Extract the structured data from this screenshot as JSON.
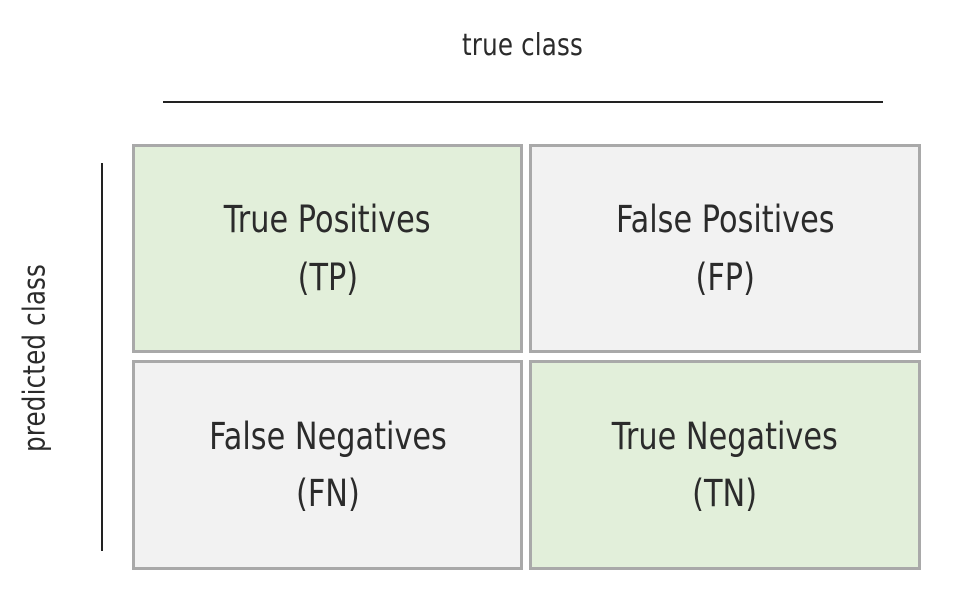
{
  "axes": {
    "x_title": "true class",
    "y_title": "predicted class"
  },
  "cells": {
    "tp": {
      "name": "True Positives",
      "abbr": "(TP)",
      "fill": "#e2efda"
    },
    "fp": {
      "name": "False Positives",
      "abbr": "(FP)",
      "fill": "#f2f2f2"
    },
    "fn": {
      "name": "False Negatives",
      "abbr": "(FN)",
      "fill": "#f2f2f2"
    },
    "tn": {
      "name": "True Negatives",
      "abbr": "(TN)",
      "fill": "#e2efda"
    }
  }
}
